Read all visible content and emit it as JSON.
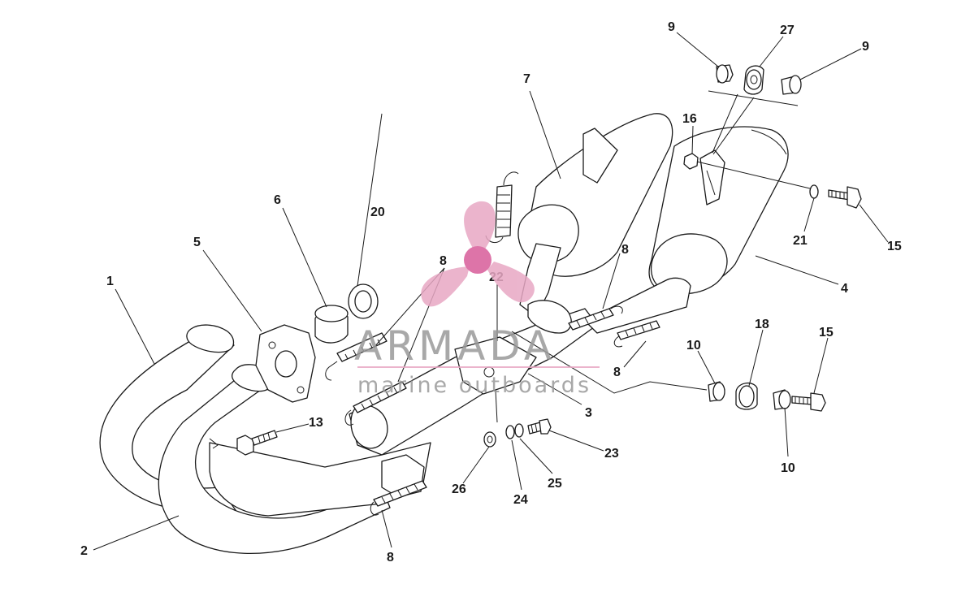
{
  "watermark": {
    "brand": "ARMADA",
    "tagline": "marine outboards",
    "colors": {
      "logo": "#e8a8c4",
      "logo_dark": "#d85c9a",
      "text": "#9a9a9a"
    }
  },
  "callouts": {
    "c1": "1",
    "c2": "2",
    "c3": "3",
    "c4": "4",
    "c5": "5",
    "c6": "6",
    "c7": "7",
    "c8a": "8",
    "c8b": "8",
    "c8c": "8",
    "c8d": "8",
    "c9a": "9",
    "c9b": "9",
    "c10a": "10",
    "c10b": "10",
    "c13": "13",
    "c15a": "15",
    "c15b": "15",
    "c16": "16",
    "c18": "18",
    "c20": "20",
    "c21": "21",
    "c22": "22",
    "c23": "23",
    "c24": "24",
    "c25": "25",
    "c26": "26",
    "c27": "27"
  },
  "colors": {
    "line": "#1a1a1a",
    "background": "#ffffff"
  }
}
